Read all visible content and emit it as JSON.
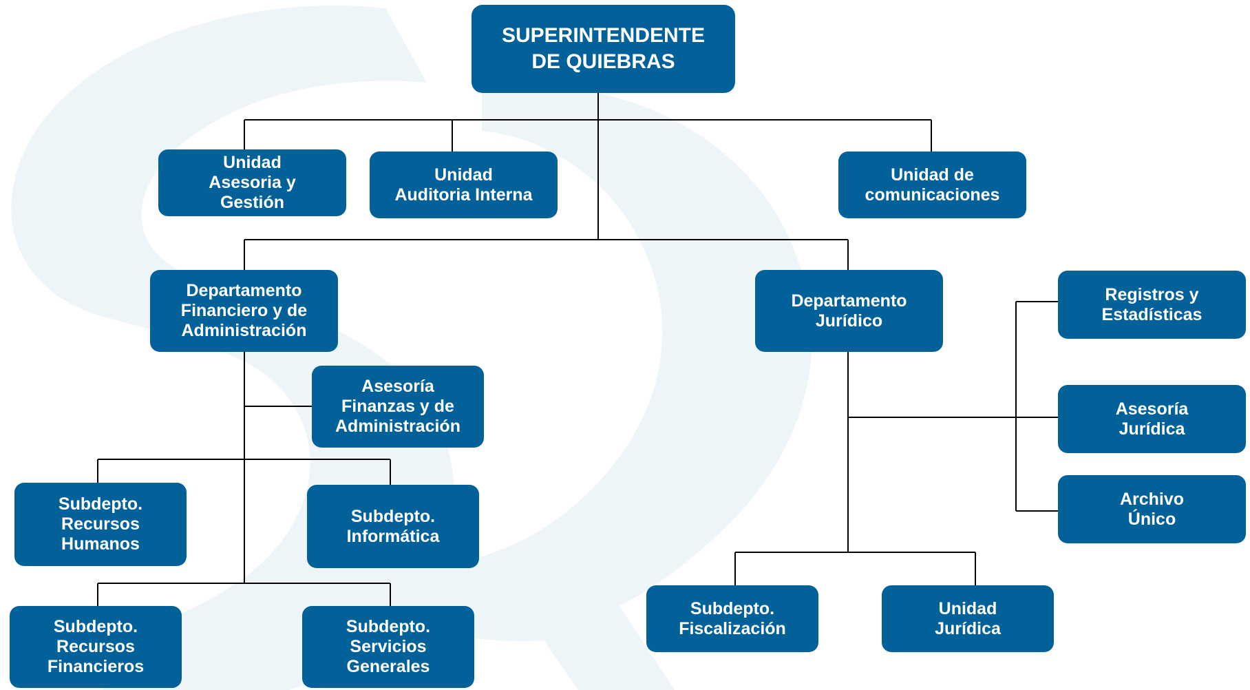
{
  "colors": {
    "box_fill": "#026199",
    "box_text": "#ffffff",
    "connector": "#000000",
    "watermark": "#eef5f8"
  },
  "watermark": {
    "icon": "letter-s-q-logo-watermark"
  },
  "nodes": {
    "superintendente": "SUPERINTENDENTE\nDE  QUIEBRAS",
    "asesoria_gestion": "Unidad\nAsesoria y\nGestión",
    "auditoria": "Unidad\nAuditoria Interna",
    "comunicaciones": "Unidad de\ncomunicaciones",
    "financiero": "Departamento\nFinanciero y de\nAdministración",
    "juridico": "Departamento\nJurídico",
    "asesoria_finanzas": "Asesoría\nFinanzas y de\nAdministración",
    "rrhh": "Subdepto.\nRecursos\nHumanos",
    "informatica": "Subdepto.\nInformática",
    "rrff": "Subdepto.\nRecursos\nFinancieros",
    "servicios": "Subdepto.\nServicios\nGenerales",
    "registros": "Registros y\nEstadísticas",
    "asesoria_juridica": "Asesoría\nJurídica",
    "archivo": "Archivo\nÚnico",
    "fiscalizacion": "Subdepto.\nFiscalización",
    "unidad_juridica": "Unidad\nJurídica"
  }
}
